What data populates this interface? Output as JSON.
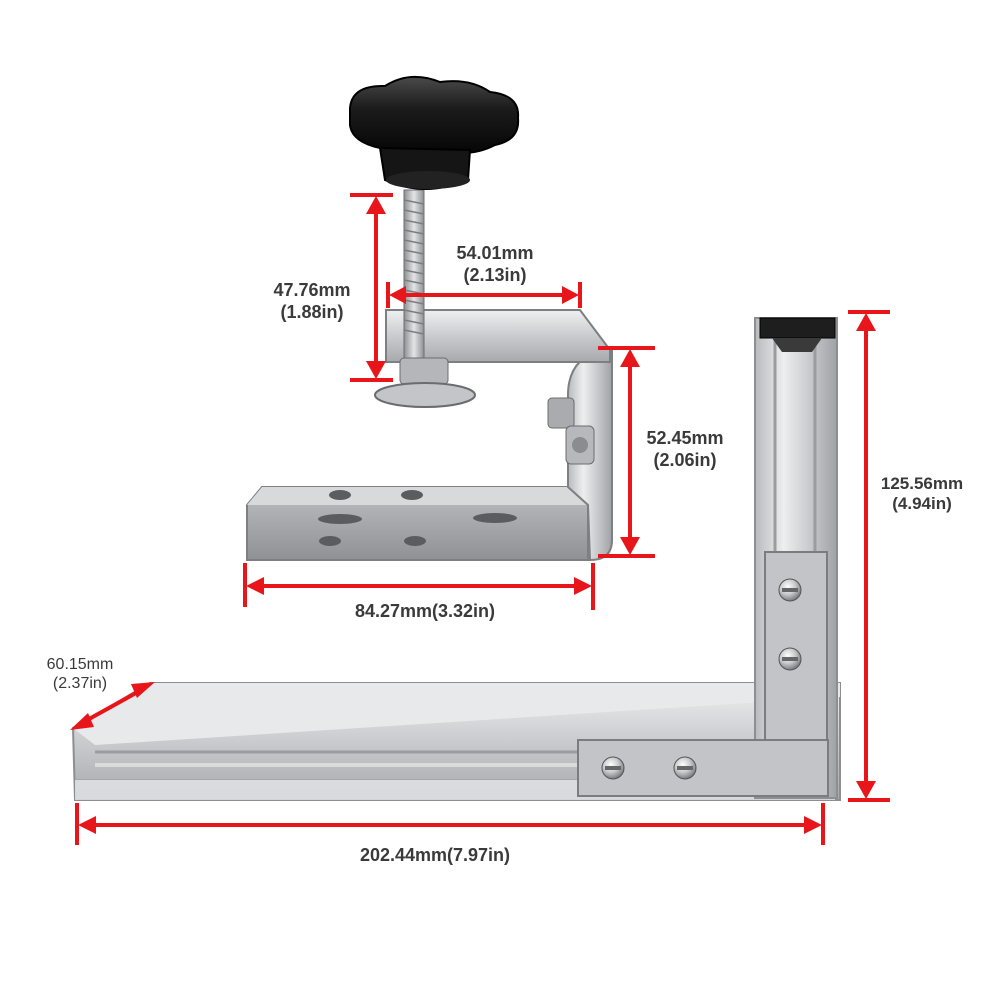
{
  "image": {
    "subject": "aluminium bracket with clamp",
    "accent_color": "#e8161b",
    "metal_color": "#c8cacc",
    "knob_color": "#1a1a1a"
  },
  "dimensions": {
    "knob_screw_height": {
      "mm": "47.76mm",
      "in": "(1.88in)"
    },
    "clamp_depth": {
      "mm": "54.01mm",
      "in": "(2.13in)"
    },
    "clamp_height": {
      "mm": "52.45mm",
      "in": "(2.06in)"
    },
    "clamp_base_length": {
      "text": "84.27mm(3.32in)"
    },
    "upright_height": {
      "mm": "125.56mm",
      "in": "(4.94in)"
    },
    "rail_width": {
      "mm": "60.15mm",
      "in": "(2.37in)"
    },
    "rail_length": {
      "text": "202.44mm(7.97in)"
    }
  }
}
